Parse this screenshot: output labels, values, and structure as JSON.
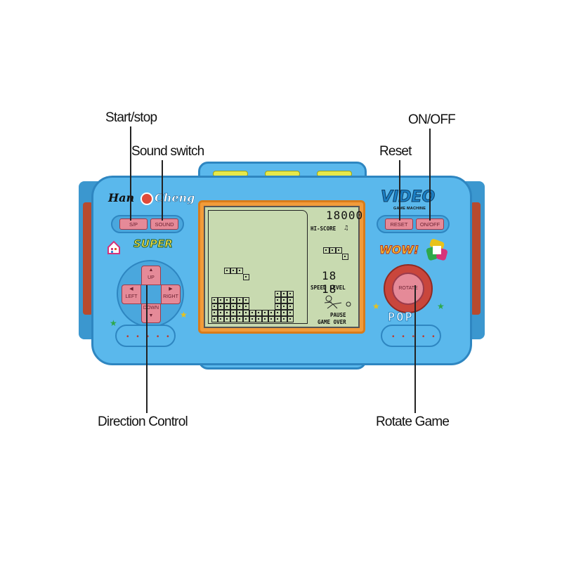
{
  "callouts": {
    "start_stop": "Start/stop",
    "sound_switch": "Sound switch",
    "reset": "Reset",
    "on_off": "ON/OFF",
    "direction_control": "Direction Control",
    "rotate_game": "Rotate Game"
  },
  "branding": {
    "han": "Han",
    "cheng": "Cheng",
    "video": "VIDEO",
    "video_sub": "GAME MACHINE",
    "super": "SUPER",
    "wow": "WOW!",
    "pop": "POP"
  },
  "buttons": {
    "sp": "S/P",
    "sound": "SOUND",
    "reset": "RESET",
    "on_off": "ON/OFF",
    "up": "UP",
    "left": "LEFT",
    "right": "RIGHT",
    "down": "DOWN",
    "rotate": "ROTATE"
  },
  "screen": {
    "score": "18000",
    "hi_score_label": "HI-SCORE",
    "speed_level_digits": "18 18",
    "speed_level_label": "SPEED LEVEL",
    "pause_label": "PAUSE",
    "game_over_label": "GAME OVER"
  },
  "colors": {
    "shell": "#5ab8ec",
    "grip_stripe": "#b84a2e",
    "button": "#e58a98",
    "bezel": "#f29b3a",
    "lcd": "#c8dab0"
  }
}
